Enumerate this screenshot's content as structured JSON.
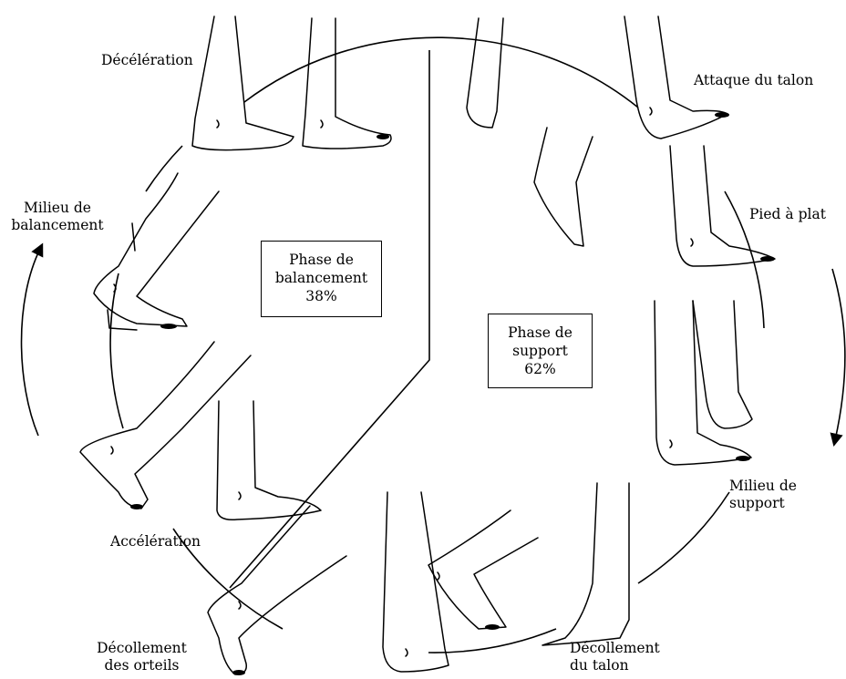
{
  "labels": {
    "deceleration": "Décélération",
    "attaque_talon": "Attaque du talon",
    "milieu_balancement": [
      "Milieu de",
      "balancement"
    ],
    "pied_a_plat": "Pied à plat",
    "milieu_support": [
      "Milieu de",
      "support"
    ],
    "acceleration": "Accélération",
    "decollement_orteils": [
      "Décollement",
      "des orteils"
    ],
    "decollement_talon": [
      "Décollement",
      "du talon"
    ]
  },
  "phases": {
    "balancement": {
      "lines": [
        "Phase de",
        "balancement"
      ],
      "percent": "38%"
    },
    "support": {
      "lines": [
        "Phase de",
        "support"
      ],
      "percent": "62%"
    }
  },
  "stroke_color": "#000000"
}
